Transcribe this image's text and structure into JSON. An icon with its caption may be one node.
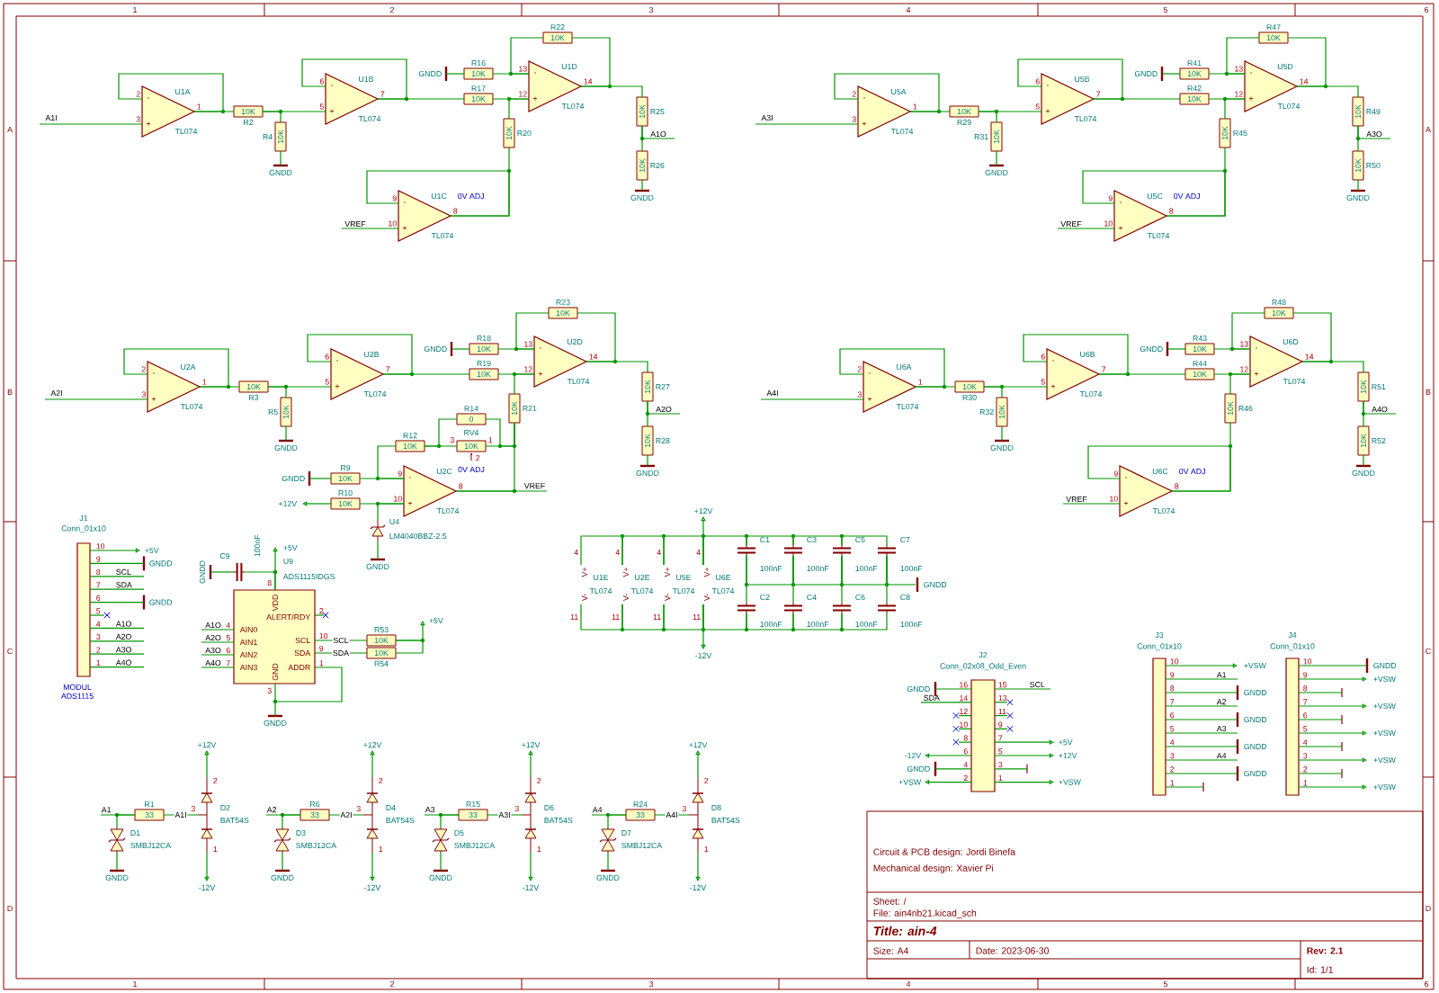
{
  "diagram": {
    "nodes": [
      {
        "text": [
          "U1A",
          "TL074",
          "-",
          "+"
        ],
        "beside": [
          "2",
          "3",
          "1"
        ]
      },
      {
        "text": [
          "10K"
        ],
        "beside": [
          "R2"
        ]
      },
      {
        "text": [
          "10K"
        ],
        "beside": [
          "R4"
        ]
      },
      {
        "text": [
          "U1B",
          "TL074",
          "-",
          "+"
        ],
        "beside": [
          "6",
          "5",
          "7"
        ]
      },
      {
        "text": [
          "10K"
        ],
        "beside": [
          "R16"
        ]
      },
      {
        "text": [
          "10K"
        ],
        "beside": [
          "R17"
        ]
      },
      {
        "text": [
          "10K"
        ],
        "beside": [
          "R20"
        ]
      },
      {
        "text": [
          "10K"
        ],
        "beside": [
          "R22"
        ]
      },
      {
        "text": [
          "U1D",
          "TL074",
          "-",
          "+"
        ],
        "beside": [
          "13",
          "12",
          "14"
        ]
      },
      {
        "text": [
          "U1C",
          "TL074",
          "-",
          "+"
        ],
        "beside": [
          "9",
          "10",
          "8"
        ]
      },
      {
        "text": [
          "10K"
        ],
        "beside": [
          "R25"
        ]
      },
      {
        "text": [
          "10K"
        ],
        "beside": [
          "R26"
        ]
      },
      {
        "text": [
          "U5A",
          "TL074",
          "-",
          "+"
        ],
        "beside": [
          "2",
          "3",
          "1"
        ]
      },
      {
        "text": [
          "10K"
        ],
        "beside": [
          "R29"
        ]
      },
      {
        "text": [
          "10K"
        ],
        "beside": [
          "R31"
        ]
      },
      {
        "text": [
          "U5B",
          "TL074",
          "-",
          "+"
        ],
        "beside": [
          "6",
          "5",
          "7"
        ]
      },
      {
        "text": [
          "10K"
        ],
        "beside": [
          "R41"
        ]
      },
      {
        "text": [
          "10K"
        ],
        "beside": [
          "R42"
        ]
      },
      {
        "text": [
          "10K"
        ],
        "beside": [
          "R45"
        ]
      },
      {
        "text": [
          "10K"
        ],
        "beside": [
          "R47"
        ]
      },
      {
        "text": [
          "U5D",
          "TL074",
          "-",
          "+"
        ],
        "beside": [
          "13",
          "12",
          "14"
        ]
      },
      {
        "text": [
          "U5C",
          "TL074",
          "-",
          "+"
        ],
        "beside": [
          "9",
          "10",
          "8"
        ]
      },
      {
        "text": [
          "10K"
        ],
        "beside": [
          "R49"
        ]
      },
      {
        "text": [
          "10K"
        ],
        "beside": [
          "R50"
        ]
      },
      {
        "text": [
          "U2A",
          "TL074",
          "-",
          "+"
        ],
        "beside": [
          "2",
          "3",
          "1"
        ]
      },
      {
        "text": [
          "10K"
        ],
        "beside": [
          "R3"
        ]
      },
      {
        "text": [
          "10K"
        ],
        "beside": [
          "R5"
        ]
      },
      {
        "text": [
          "U2B",
          "TL074",
          "-",
          "+"
        ],
        "beside": [
          "6",
          "5",
          "7"
        ]
      },
      {
        "text": [
          "10K"
        ],
        "beside": [
          "R18"
        ]
      },
      {
        "text": [
          "10K"
        ],
        "beside": [
          "R19"
        ]
      },
      {
        "text": [
          "10K"
        ],
        "beside": [
          "R21"
        ]
      },
      {
        "text": [
          "10K"
        ],
        "beside": [
          "R23"
        ]
      },
      {
        "text": [
          "U2D",
          "TL074",
          "-",
          "+"
        ],
        "beside": [
          "13",
          "12",
          "14"
        ]
      },
      {
        "text": [
          "U2C",
          "TL074",
          "-",
          "+"
        ],
        "beside": [
          "9",
          "10",
          "8"
        ]
      },
      {
        "text": [
          "10K"
        ],
        "beside": [
          "R27"
        ]
      },
      {
        "text": [
          "10K"
        ],
        "beside": [
          "R28"
        ]
      },
      {
        "text": [
          "10K"
        ],
        "beside": [
          "R9"
        ]
      },
      {
        "text": [
          "10K"
        ],
        "beside": [
          "R10"
        ]
      },
      {
        "text": [
          "10K"
        ],
        "beside": [
          "R12"
        ]
      },
      {
        "text": [
          "0"
        ],
        "beside": [
          "R14"
        ]
      },
      {
        "text": [
          "10K"
        ],
        "beside": [
          "RV4",
          "3",
          "1",
          "2",
          "0V ADJ"
        ]
      },
      {
        "text": [],
        "shape": "diode",
        "beside": [
          "U4",
          "LM4040BBZ-2.5"
        ]
      },
      {
        "text": [
          "U6A",
          "TL074",
          "-",
          "+"
        ],
        "beside": [
          "2",
          "3",
          "1"
        ]
      },
      {
        "text": [
          "10K"
        ],
        "beside": [
          "R30"
        ]
      },
      {
        "text": [
          "10K"
        ],
        "beside": [
          "R32"
        ]
      },
      {
        "text": [
          "U6B",
          "TL074",
          "-",
          "+"
        ],
        "beside": [
          "6",
          "5",
          "7"
        ]
      },
      {
        "text": [
          "10K"
        ],
        "beside": [
          "R43"
        ]
      },
      {
        "text": [
          "10K"
        ],
        "beside": [
          "R44"
        ]
      },
      {
        "text": [
          "10K"
        ],
        "beside": [
          "R46"
        ]
      },
      {
        "text": [
          "10K"
        ],
        "beside": [
          "R48"
        ]
      },
      {
        "text": [
          "U6D",
          "TL074",
          "-",
          "+"
        ],
        "beside": [
          "13",
          "12",
          "14"
        ]
      },
      {
        "text": [
          "U6C",
          "TL074",
          "-",
          "+"
        ],
        "beside": [
          "9",
          "10",
          "8"
        ]
      },
      {
        "text": [
          "10K"
        ],
        "beside": [
          "R51"
        ]
      },
      {
        "text": [
          "10K"
        ],
        "beside": [
          "R52"
        ]
      },
      {
        "text": [
          "J1",
          "Conn_01x10",
          "MODUL ADS1115",
          "10",
          "9",
          "8",
          "7",
          "6",
          "5",
          "4",
          "3",
          "2",
          "1"
        ]
      },
      {
        "text": [
          "U9",
          "ADS1115IDGS",
          "VDD",
          "ALERT/RDY",
          "AIN0",
          "AIN1",
          "AIN2",
          "AIN3",
          "SCL",
          "SDA",
          "ADDR",
          "GND",
          "8",
          "2",
          "4",
          "5",
          "6",
          "7",
          "10",
          "9",
          "1",
          "3"
        ]
      },
      {
        "text": [
          "C9",
          "100nF"
        ]
      },
      {
        "text": [
          "10K"
        ],
        "beside": [
          "R53"
        ]
      },
      {
        "text": [
          "10K"
        ],
        "beside": [
          "R54"
        ]
      },
      {
        "text": [
          "U1E",
          "TL074"
        ],
        "beside": [
          "4",
          "11",
          "V+",
          "V-"
        ]
      },
      {
        "text": [
          "U2E",
          "TL074"
        ],
        "beside": [
          "4",
          "11",
          "V+",
          "V-"
        ]
      },
      {
        "text": [
          "U5E",
          "TL074"
        ],
        "beside": [
          "4",
          "11",
          "V+",
          "V-"
        ]
      },
      {
        "text": [
          "U6E",
          "TL074"
        ],
        "beside": [
          "4",
          "11",
          "V+",
          "V-"
        ]
      },
      {
        "text": [
          "C1",
          "100nF"
        ]
      },
      {
        "text": [
          "C3",
          "100nF"
        ]
      },
      {
        "text": [
          "C5",
          "100nF"
        ]
      },
      {
        "text": [
          "C7",
          "100nF"
        ]
      },
      {
        "text": [
          "C2",
          "100nF"
        ]
      },
      {
        "text": [
          "C4",
          "100nF"
        ]
      },
      {
        "text": [
          "C6",
          "100nF"
        ]
      },
      {
        "text": [
          "C8",
          "100nF"
        ]
      },
      {
        "text": [
          "33"
        ],
        "beside": [
          "R1"
        ]
      },
      {
        "text": [],
        "shape": "diode",
        "beside": [
          "D1",
          "SMBJ12CA"
        ]
      },
      {
        "text": [],
        "shape": "diode",
        "beside": [
          "2",
          "3",
          "D2",
          "BAT54S",
          "1"
        ]
      },
      {
        "text": [
          "33"
        ],
        "beside": [
          "R6"
        ]
      },
      {
        "text": [],
        "shape": "diode",
        "beside": [
          "D3",
          "SMBJ12CA"
        ]
      },
      {
        "text": [],
        "shape": "diode",
        "beside": [
          "2",
          "3",
          "D4",
          "BAT54S",
          "1"
        ]
      },
      {
        "text": [
          "33"
        ],
        "beside": [
          "R15"
        ]
      },
      {
        "text": [],
        "shape": "diode",
        "beside": [
          "D5",
          "SMBJ12CA"
        ]
      },
      {
        "text": [],
        "shape": "diode",
        "beside": [
          "2",
          "3",
          "D6",
          "BAT54S",
          "1"
        ]
      },
      {
        "text": [
          "33"
        ],
        "beside": [
          "R24"
        ]
      },
      {
        "text": [],
        "shape": "diode",
        "beside": [
          "D7",
          "SMBJ12CA"
        ]
      },
      {
        "text": [],
        "shape": "diode",
        "beside": [
          "2",
          "3",
          "D8",
          "BAT54S",
          "1"
        ]
      },
      {
        "text": [
          "J2",
          "Conn_02x08_Odd_Even",
          "16",
          "14",
          "12",
          "10",
          "8",
          "6",
          "4",
          "2",
          "15",
          "13",
          "11",
          "9",
          "7",
          "5",
          "3",
          "1"
        ]
      },
      {
        "text": [
          "J3",
          "Conn_01x10",
          "10",
          "9",
          "8",
          "7",
          "6",
          "5",
          "4",
          "3",
          "2",
          "1"
        ]
      },
      {
        "text": [
          "J4",
          "Conn_01x10",
          "10",
          "9",
          "8",
          "7",
          "6",
          "5",
          "4",
          "3",
          "2",
          "1"
        ]
      },
      {
        "text": [
          "Circuit & PCB design: Jordi Binefa",
          "Mechanical design: Xavier Pi",
          "Sheet: /",
          "File: ain4rib21.kicad_sch",
          "Title: ain-4",
          "Size: A4",
          "Date: 2023-06-30",
          "Rev: 2.1",
          "Id: 1/1"
        ]
      },
      {
        "text": [
          "GNDD"
        ]
      },
      {
        "text": [
          "A1I"
        ]
      },
      {
        "text": [
          "VREF"
        ]
      },
      {
        "text": [
          "A1O"
        ]
      },
      {
        "text": [
          "A3I"
        ]
      },
      {
        "text": [
          "VREF"
        ]
      },
      {
        "text": [
          "A3O"
        ]
      },
      {
        "text": [
          "A2I"
        ]
      },
      {
        "text": [
          "A2O"
        ]
      },
      {
        "text": [
          "A4I"
        ]
      },
      {
        "text": [
          "VREF"
        ]
      },
      {
        "text": [
          "A4O"
        ]
      },
      {
        "text": [
          "A1O"
        ]
      },
      {
        "text": [
          "A2O"
        ]
      },
      {
        "text": [
          "A3O"
        ]
      },
      {
        "text": [
          "A4O"
        ]
      },
      {
        "text": [
          "GNDD"
        ]
      },
      {
        "text": [
          "GNDD"
        ]
      },
      {
        "text": [
          "GNDD"
        ]
      },
      {
        "text": [
          "GNDD"
        ]
      },
      {
        "text": [
          "GNDD"
        ]
      },
      {
        "text": [
          "GNDD"
        ]
      },
      {
        "text": [
          "GNDD"
        ]
      },
      {
        "text": [
          "GNDD"
        ]
      },
      {
        "text": [
          "GNDD"
        ]
      },
      {
        "text": [
          "GNDD"
        ]
      },
      {
        "text": [
          "+12V"
        ]
      },
      {
        "text": [
          "VREF"
        ]
      },
      {
        "text": [
          "GNDD"
        ]
      },
      {
        "text": [
          "GNDD"
        ]
      },
      {
        "text": [
          "GNDD"
        ]
      },
      {
        "text": [
          "GNDD"
        ]
      },
      {
        "text": [
          "+5V"
        ]
      },
      {
        "text": [
          "GNDD"
        ]
      },
      {
        "text": [
          "SCL"
        ]
      },
      {
        "text": [
          "SDA"
        ]
      },
      {
        "text": [
          "GNDD"
        ]
      },
      {
        "text": [
          "A1O"
        ]
      },
      {
        "text": [
          "A2O"
        ]
      },
      {
        "text": [
          "A3O"
        ]
      },
      {
        "text": [
          "A4O"
        ]
      },
      {
        "text": [
          "+5V"
        ]
      },
      {
        "text": [
          "GNDD"
        ]
      },
      {
        "text": [
          "+5V"
        ]
      },
      {
        "text": [
          "GNDD"
        ]
      },
      {
        "text": [
          "+12V"
        ]
      },
      {
        "text": [
          "-12V"
        ]
      },
      {
        "text": [
          "A1"
        ]
      },
      {
        "text": [
          "+12V"
        ]
      },
      {
        "text": [
          "-12V"
        ]
      },
      {
        "text": [
          "GNDD"
        ]
      },
      {
        "text": [
          "A2"
        ]
      },
      {
        "text": [
          "+12V"
        ]
      },
      {
        "text": [
          "-12V"
        ]
      },
      {
        "text": [
          "GNDD"
        ]
      },
      {
        "text": [
          "A3"
        ]
      },
      {
        "text": [
          "+12V"
        ]
      },
      {
        "text": [
          "-12V"
        ]
      },
      {
        "text": [
          "GNDD"
        ]
      },
      {
        "text": [
          "A4"
        ]
      },
      {
        "text": [
          "+12V"
        ]
      },
      {
        "text": [
          "-12V"
        ]
      },
      {
        "text": [
          "GNDD"
        ]
      },
      {
        "text": [
          "GNDD"
        ]
      },
      {
        "text": [
          "SDA"
        ]
      },
      {
        "text": [
          "-12V"
        ]
      },
      {
        "text": [
          "GNDD"
        ]
      },
      {
        "text": [
          "+VSW"
        ]
      },
      {
        "text": [
          "SCL"
        ]
      },
      {
        "text": [
          "+5V"
        ]
      },
      {
        "text": [
          "+12V"
        ]
      },
      {
        "text": [
          "+VSW"
        ]
      },
      {
        "text": [
          "+VSW"
        ]
      },
      {
        "text": [
          "A1"
        ]
      },
      {
        "text": [
          "GNDD"
        ]
      },
      {
        "text": [
          "A2"
        ]
      },
      {
        "text": [
          "GNDD"
        ]
      },
      {
        "text": [
          "A3"
        ]
      },
      {
        "text": [
          "GNDD"
        ]
      },
      {
        "text": [
          "A4"
        ]
      },
      {
        "text": [
          "GNDD"
        ]
      },
      {
        "text": [
          "GNDD"
        ]
      },
      {
        "text": [
          "+VSW"
        ]
      },
      {
        "text": [
          "+VSW"
        ]
      },
      {
        "text": [
          "+VSW"
        ]
      },
      {
        "text": [
          "+VSW"
        ]
      },
      {
        "text": [
          "+VSW"
        ]
      },
      {
        "text": [],
        "shape": "cross"
      },
      {
        "text": [],
        "shape": "bar"
      },
      {
        "text": [],
        "shape": "bar"
      },
      {
        "text": [],
        "shape": "bar"
      },
      {
        "text": [],
        "shape": "bar"
      },
      {
        "text": [],
        "shape": "bar"
      },
      {
        "text": [],
        "shape": "bar"
      }
    ],
    "edges": [
      {
        "from": 0,
        "to": 1,
        "arrow": "none"
      },
      {
        "from": 1,
        "to": 2,
        "arrow": "none"
      },
      {
        "from": 1,
        "to": 3,
        "arrow": "none"
      },
      {
        "from": 3,
        "to": 5,
        "arrow": "none"
      },
      {
        "from": 4,
        "to": 8,
        "arrow": "none"
      },
      {
        "from": 5,
        "to": 8,
        "arrow": "none"
      },
      {
        "from": 6,
        "to": 8,
        "arrow": "none"
      },
      {
        "from": 7,
        "to": 8,
        "arrow": "none"
      },
      {
        "from": 8,
        "to": 7,
        "arrow": "none"
      },
      {
        "from": 8,
        "to": 10,
        "arrow": "none"
      },
      {
        "from": 10,
        "to": 11,
        "arrow": "none"
      },
      {
        "from": 9,
        "to": 6,
        "arrow": "none"
      },
      {
        "from": 0,
        "to": 0,
        "arrow": "none"
      },
      {
        "from": 3,
        "to": 3,
        "arrow": "none"
      },
      {
        "from": 9,
        "to": 9,
        "arrow": "none"
      },
      {
        "from": 12,
        "to": 13,
        "arrow": "none"
      },
      {
        "from": 13,
        "to": 14,
        "arrow": "none"
      },
      {
        "from": 13,
        "to": 15,
        "arrow": "none"
      },
      {
        "from": 15,
        "to": 17,
        "arrow": "none"
      },
      {
        "from": 16,
        "to": 20,
        "arrow": "none"
      },
      {
        "from": 17,
        "to": 20,
        "arrow": "none"
      },
      {
        "from": 18,
        "to": 20,
        "arrow": "none"
      },
      {
        "from": 19,
        "to": 20,
        "arrow": "none"
      },
      {
        "from": 20,
        "to": 19,
        "arrow": "none"
      },
      {
        "from": 20,
        "to": 22,
        "arrow": "none"
      },
      {
        "from": 22,
        "to": 23,
        "arrow": "none"
      },
      {
        "from": 21,
        "to": 18,
        "arrow": "none"
      },
      {
        "from": 12,
        "to": 12,
        "arrow": "none"
      },
      {
        "from": 15,
        "to": 15,
        "arrow": "none"
      },
      {
        "from": 21,
        "to": 21,
        "arrow": "none"
      },
      {
        "from": 24,
        "to": 25,
        "arrow": "none"
      },
      {
        "from": 25,
        "to": 26,
        "arrow": "none"
      },
      {
        "from": 25,
        "to": 27,
        "arrow": "none"
      },
      {
        "from": 27,
        "to": 29,
        "arrow": "none"
      },
      {
        "from": 28,
        "to": 32,
        "arrow": "none"
      },
      {
        "from": 29,
        "to": 32,
        "arrow": "none"
      },
      {
        "from": 30,
        "to": 32,
        "arrow": "none"
      },
      {
        "from": 31,
        "to": 32,
        "arrow": "none"
      },
      {
        "from": 32,
        "to": 31,
        "arrow": "none"
      },
      {
        "from": 32,
        "to": 34,
        "arrow": "none"
      },
      {
        "from": 34,
        "to": 35,
        "arrow": "none"
      },
      {
        "from": 33,
        "to": 30,
        "arrow": "none"
      },
      {
        "from": 24,
        "to": 24,
        "arrow": "none"
      },
      {
        "from": 27,
        "to": 27,
        "arrow": "none"
      },
      {
        "from": 36,
        "to": 33,
        "arrow": "none"
      },
      {
        "from": 37,
        "to": 33,
        "arrow": "none"
      },
      {
        "from": 38,
        "to": 33,
        "arrow": "none"
      },
      {
        "from": 38,
        "to": 39,
        "arrow": "none"
      },
      {
        "from": 38,
        "to": 40,
        "arrow": "none"
      },
      {
        "from": 39,
        "to": 30,
        "arrow": "none"
      },
      {
        "from": 40,
        "to": 30,
        "arrow": "none"
      },
      {
        "from": 41,
        "to": 33,
        "arrow": "none"
      },
      {
        "from": 42,
        "to": 43,
        "arrow": "none"
      },
      {
        "from": 43,
        "to": 44,
        "arrow": "none"
      },
      {
        "from": 43,
        "to": 45,
        "arrow": "none"
      },
      {
        "from": 45,
        "to": 47,
        "arrow": "none"
      },
      {
        "from": 46,
        "to": 50,
        "arrow": "none"
      },
      {
        "from": 47,
        "to": 50,
        "arrow": "none"
      },
      {
        "from": 48,
        "to": 50,
        "arrow": "none"
      },
      {
        "from": 49,
        "to": 50,
        "arrow": "none"
      },
      {
        "from": 50,
        "to": 49,
        "arrow": "none"
      },
      {
        "from": 50,
        "to": 52,
        "arrow": "none"
      },
      {
        "from": 52,
        "to": 53,
        "arrow": "none"
      },
      {
        "from": 51,
        "to": 48,
        "arrow": "none"
      },
      {
        "from": 42,
        "to": 42,
        "arrow": "none"
      },
      {
        "from": 45,
        "to": 45,
        "arrow": "none"
      },
      {
        "from": 51,
        "to": 51,
        "arrow": "none"
      },
      {
        "from": 56,
        "to": 55,
        "arrow": "none"
      },
      {
        "from": 57,
        "to": 55,
        "arrow": "none",
        "label": "SCL"
      },
      {
        "from": 58,
        "to": 55,
        "arrow": "none",
        "label": "SDA"
      },
      {
        "from": 58,
        "to": 57,
        "arrow": "none"
      },
      {
        "from": 59,
        "to": 60,
        "arrow": "none"
      },
      {
        "from": 60,
        "to": 61,
        "arrow": "none"
      },
      {
        "from": 61,
        "to": 62,
        "arrow": "none"
      },
      {
        "from": 62,
        "to": 63,
        "arrow": "none"
      },
      {
        "from": 63,
        "to": 64,
        "arrow": "none"
      },
      {
        "from": 64,
        "to": 65,
        "arrow": "none"
      },
      {
        "from": 65,
        "to": 66,
        "arrow": "none"
      },
      {
        "from": 59,
        "to": 60,
        "arrow": "none"
      },
      {
        "from": 60,
        "to": 61,
        "arrow": "none"
      },
      {
        "from": 61,
        "to": 62,
        "arrow": "none"
      },
      {
        "from": 62,
        "to": 67,
        "arrow": "none"
      },
      {
        "from": 67,
        "to": 68,
        "arrow": "none"
      },
      {
        "from": 68,
        "to": 69,
        "arrow": "none"
      },
      {
        "from": 69,
        "to": 70,
        "arrow": "none"
      },
      {
        "from": 63,
        "to": 67,
        "arrow": "none"
      },
      {
        "from": 64,
        "to": 68,
        "arrow": "none"
      },
      {
        "from": 65,
        "to": 69,
        "arrow": "none"
      },
      {
        "from": 66,
        "to": 70,
        "arrow": "none"
      },
      {
        "from": 63,
        "to": 64,
        "arrow": "none"
      },
      {
        "from": 64,
        "to": 65,
        "arrow": "none"
      },
      {
        "from": 65,
        "to": 66,
        "arrow": "none"
      },
      {
        "from": 66,
        "to": 87,
        "arrow": "none"
      },
      {
        "from": 71,
        "to": 72,
        "arrow": "none"
      },
      {
        "from": 71,
        "to": 73,
        "arrow": "none",
        "label": "A1I"
      },
      {
        "from": 74,
        "to": 75,
        "arrow": "none"
      },
      {
        "from": 74,
        "to": 76,
        "arrow": "none",
        "label": "A2I"
      },
      {
        "from": 77,
        "to": 78,
        "arrow": "none"
      },
      {
        "from": 77,
        "to": 79,
        "arrow": "none",
        "label": "A3I"
      },
      {
        "from": 80,
        "to": 81,
        "arrow": "none"
      },
      {
        "from": 80,
        "to": 82,
        "arrow": "none",
        "label": "A4I"
      },
      {
        "from": 88,
        "to": 0,
        "arrow": "none"
      },
      {
        "from": 89,
        "to": 9,
        "arrow": "none"
      },
      {
        "from": 10,
        "to": 90,
        "arrow": "none"
      },
      {
        "from": 91,
        "to": 12,
        "arrow": "none"
      },
      {
        "from": 92,
        "to": 21,
        "arrow": "none"
      },
      {
        "from": 22,
        "to": 93,
        "arrow": "none"
      },
      {
        "from": 94,
        "to": 24,
        "arrow": "none"
      },
      {
        "from": 34,
        "to": 95,
        "arrow": "none"
      },
      {
        "from": 96,
        "to": 42,
        "arrow": "none"
      },
      {
        "from": 97,
        "to": 51,
        "arrow": "none"
      },
      {
        "from": 52,
        "to": 98,
        "arrow": "none"
      },
      {
        "from": 99,
        "to": 55,
        "arrow": "none"
      },
      {
        "from": 100,
        "to": 55,
        "arrow": "none"
      },
      {
        "from": 101,
        "to": 55,
        "arrow": "none"
      },
      {
        "from": 102,
        "to": 55,
        "arrow": "none"
      },
      {
        "from": 4,
        "to": 103,
        "arrow": "none"
      },
      {
        "from": 2,
        "to": 104,
        "arrow": "none"
      },
      {
        "from": 11,
        "to": 105,
        "arrow": "none"
      },
      {
        "from": 16,
        "to": 106,
        "arrow": "none"
      },
      {
        "from": 14,
        "to": 107,
        "arrow": "none"
      },
      {
        "from": 23,
        "to": 108,
        "arrow": "none"
      },
      {
        "from": 28,
        "to": 109,
        "arrow": "none"
      },
      {
        "from": 26,
        "to": 110,
        "arrow": "none"
      },
      {
        "from": 35,
        "to": 111,
        "arrow": "none"
      },
      {
        "from": 36,
        "to": 112,
        "arrow": "none"
      },
      {
        "from": 37,
        "to": 113,
        "arrow": "to"
      },
      {
        "from": 33,
        "to": 114,
        "arrow": "none"
      },
      {
        "from": 41,
        "to": 115,
        "arrow": "none"
      },
      {
        "from": 46,
        "to": 116,
        "arrow": "none"
      },
      {
        "from": 44,
        "to": 117,
        "arrow": "none"
      },
      {
        "from": 53,
        "to": 118,
        "arrow": "none"
      },
      {
        "from": 54,
        "to": 119,
        "arrow": "to"
      },
      {
        "from": 54,
        "to": 120,
        "arrow": "none"
      },
      {
        "from": 54,
        "to": 121,
        "arrow": "none"
      },
      {
        "from": 54,
        "to": 122,
        "arrow": "none"
      },
      {
        "from": 54,
        "to": 123,
        "arrow": "none"
      },
      {
        "from": 54,
        "to": 124,
        "arrow": "none"
      },
      {
        "from": 54,
        "to": 125,
        "arrow": "none"
      },
      {
        "from": 54,
        "to": 126,
        "arrow": "none"
      },
      {
        "from": 54,
        "to": 127,
        "arrow": "none"
      },
      {
        "from": 55,
        "to": 128,
        "arrow": "to"
      },
      {
        "from": 56,
        "to": 129,
        "arrow": "none"
      },
      {
        "from": 57,
        "to": 130,
        "arrow": "to"
      },
      {
        "from": 55,
        "to": 131,
        "arrow": "none"
      },
      {
        "from": 62,
        "to": 132,
        "arrow": "to"
      },
      {
        "from": 62,
        "to": 133,
        "arrow": "to"
      },
      {
        "from": 71,
        "to": 134,
        "arrow": "none"
      },
      {
        "from": 73,
        "to": 135,
        "arrow": "to"
      },
      {
        "from": 73,
        "to": 136,
        "arrow": "to"
      },
      {
        "from": 72,
        "to": 137,
        "arrow": "none"
      },
      {
        "from": 74,
        "to": 138,
        "arrow": "none"
      },
      {
        "from": 76,
        "to": 139,
        "arrow": "to"
      },
      {
        "from": 76,
        "to": 140,
        "arrow": "to"
      },
      {
        "from": 75,
        "to": 141,
        "arrow": "none"
      },
      {
        "from": 77,
        "to": 142,
        "arrow": "none"
      },
      {
        "from": 79,
        "to": 143,
        "arrow": "to"
      },
      {
        "from": 79,
        "to": 144,
        "arrow": "to"
      },
      {
        "from": 78,
        "to": 145,
        "arrow": "none"
      },
      {
        "from": 80,
        "to": 146,
        "arrow": "none"
      },
      {
        "from": 82,
        "to": 147,
        "arrow": "to"
      },
      {
        "from": 82,
        "to": 148,
        "arrow": "to"
      },
      {
        "from": 81,
        "to": 149,
        "arrow": "none"
      },
      {
        "from": 83,
        "to": 150,
        "arrow": "none"
      },
      {
        "from": 83,
        "to": 151,
        "arrow": "none"
      },
      {
        "from": 83,
        "to": 152,
        "arrow": "to"
      },
      {
        "from": 83,
        "to": 153,
        "arrow": "none"
      },
      {
        "from": 83,
        "to": 154,
        "arrow": "to"
      },
      {
        "from": 83,
        "to": 155,
        "arrow": "none"
      },
      {
        "from": 83,
        "to": 156,
        "arrow": "to"
      },
      {
        "from": 83,
        "to": 157,
        "arrow": "to"
      },
      {
        "from": 83,
        "to": 158,
        "arrow": "to"
      },
      {
        "from": 84,
        "to": 159,
        "arrow": "to"
      },
      {
        "from": 84,
        "to": 160,
        "arrow": "none"
      },
      {
        "from": 84,
        "to": 161,
        "arrow": "none"
      },
      {
        "from": 84,
        "to": 162,
        "arrow": "none"
      },
      {
        "from": 84,
        "to": 163,
        "arrow": "none"
      },
      {
        "from": 84,
        "to": 164,
        "arrow": "none"
      },
      {
        "from": 84,
        "to": 165,
        "arrow": "none"
      },
      {
        "from": 84,
        "to": 166,
        "arrow": "none"
      },
      {
        "from": 84,
        "to": 167,
        "arrow": "none"
      },
      {
        "from": 85,
        "to": 168,
        "arrow": "none"
      },
      {
        "from": 85,
        "to": 169,
        "arrow": "to"
      },
      {
        "from": 85,
        "to": 170,
        "arrow": "to"
      },
      {
        "from": 85,
        "to": 171,
        "arrow": "to"
      },
      {
        "from": 85,
        "to": 172,
        "arrow": "to"
      },
      {
        "from": 85,
        "to": 173,
        "arrow": "to"
      },
      {
        "from": 54,
        "to": 174,
        "arrow": "none"
      },
      {
        "from": 83,
        "to": 175,
        "arrow": "none"
      },
      {
        "from": 84,
        "to": 176,
        "arrow": "none"
      },
      {
        "from": 85,
        "to": 177,
        "arrow": "none"
      },
      {
        "from": 85,
        "to": 178,
        "arrow": "none"
      },
      {
        "from": 85,
        "to": 179,
        "arrow": "none"
      },
      {
        "from": 85,
        "to": 180,
        "arrow": "none"
      }
    ],
    "labels": [
      "0V ADJ",
      "0V ADJ",
      "0V ADJ",
      "1",
      "2",
      "3",
      "4",
      "5",
      "6",
      "A",
      "A",
      "B",
      "B",
      "C",
      "C",
      "D",
      "D",
      "1",
      "2",
      "3",
      "4",
      "5",
      "6"
    ]
  }
}
